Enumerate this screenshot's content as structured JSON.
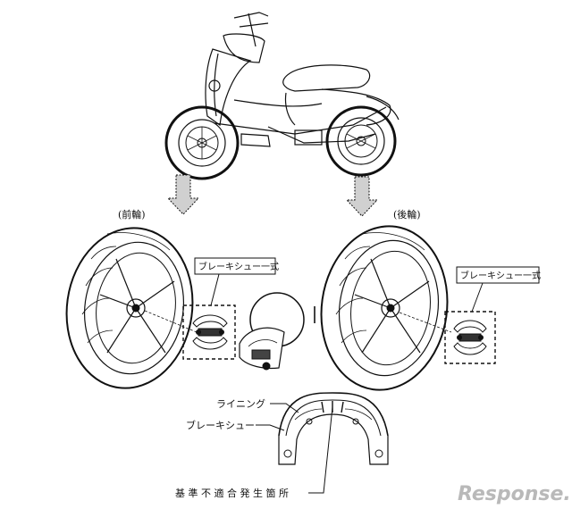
{
  "labels": {
    "front_wheel": "(前輪)",
    "rear_wheel": "(後輪)",
    "front_brake_set": "ブレーキシュー一式",
    "rear_brake_set": "ブレーキシュー一式",
    "lining": "ライニング",
    "brake_shoe": "ブレーキシュー",
    "defect_location": "基 準 不 適 合 発 生 箇 所"
  },
  "watermark": {
    "text": "Response."
  },
  "colors": {
    "line": "#111111",
    "arrow_fill": "#d0d0d0",
    "watermark": "#b9b9b9"
  }
}
